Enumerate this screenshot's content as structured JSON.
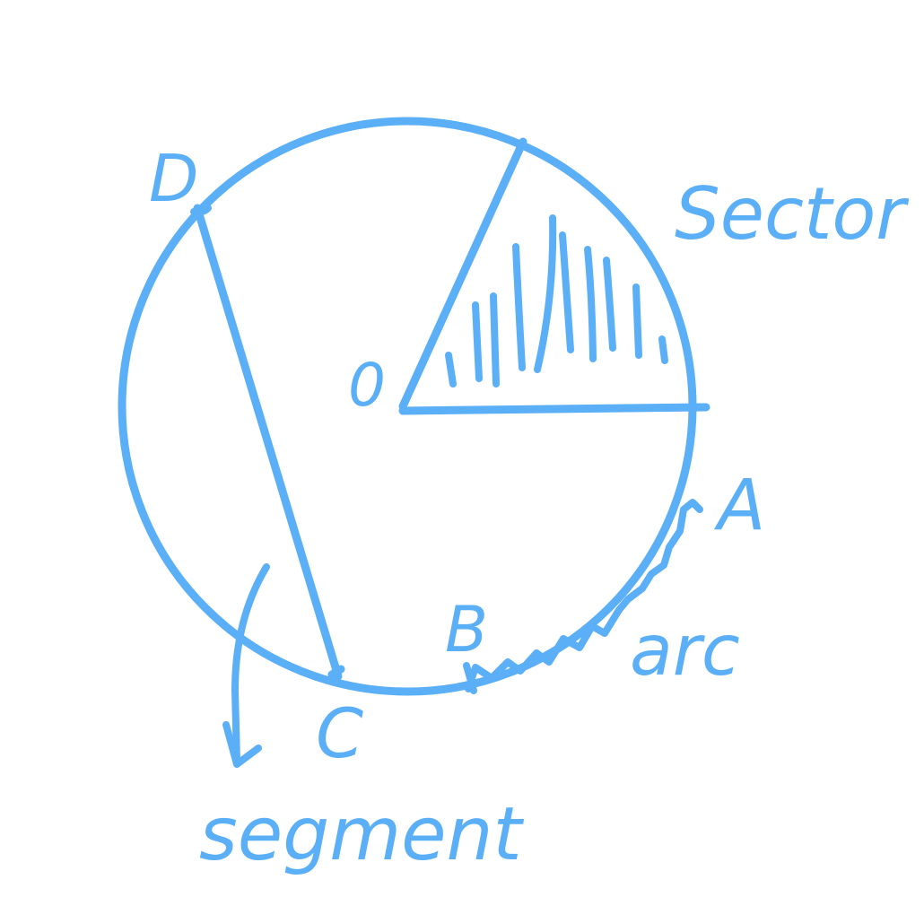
{
  "ink_color": "#5aaff7",
  "background": "#ffffff",
  "labels": {
    "point_d": "D",
    "center_o": "0",
    "point_a": "A",
    "point_b": "B",
    "point_c": "C",
    "sector": "Sector",
    "arc": "arc",
    "segment": "segment"
  }
}
